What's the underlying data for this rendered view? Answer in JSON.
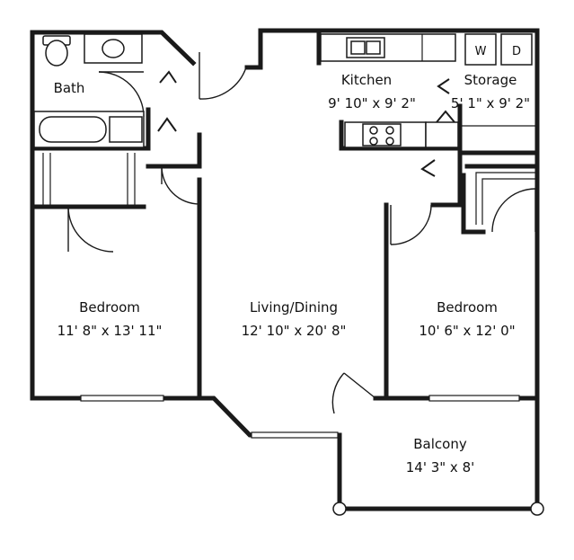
{
  "rooms": {
    "bath": {
      "name": "Bath"
    },
    "kitchen": {
      "name": "Kitchen",
      "dims": "9' 10\" x 9' 2\""
    },
    "storage": {
      "name": "Storage",
      "dims": "5' 1\" x 9' 2\""
    },
    "bedroom_left": {
      "name": "Bedroom",
      "dims": "11' 8\" x 13' 11\""
    },
    "living_dining": {
      "name": "Living/Dining",
      "dims": "12' 10\" x 20' 8\""
    },
    "bedroom_right": {
      "name": "Bedroom",
      "dims": "10' 6\" x 12' 0\""
    },
    "balcony": {
      "name": "Balcony",
      "dims": "14' 3\" x 8'"
    }
  },
  "appliances": {
    "washer": "W",
    "dryer": "D"
  }
}
